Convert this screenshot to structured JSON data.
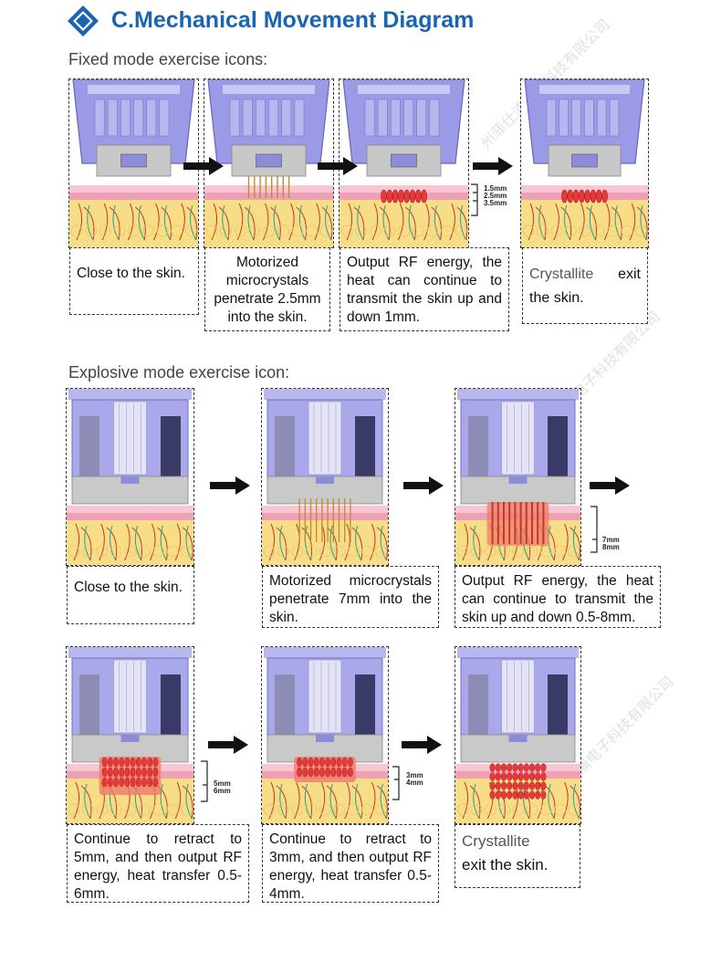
{
  "header": {
    "title": "C.Mechanical Movement Diagram"
  },
  "fixed_mode": {
    "label": "Fixed mode exercise icons:",
    "captions": [
      "Close to the skin.",
      "Motorized microcrystals penetrate 2.5mm into the skin.",
      "Output RF energy, the heat can continue to transmit the skin up and down 1mm.",
      "Crystallite exit the skin."
    ],
    "caption4_parts": [
      "Crystallite",
      " exit the skin."
    ],
    "scale": [
      "1.5mm",
      "2.5mm",
      "3.5mm"
    ]
  },
  "explosive_mode": {
    "label": "Explosive mode exercise icon:",
    "captions": [
      "Close to the skin.",
      "Motorized microcrystals penetrate 7mm into the skin.",
      "Output RF energy, the heat can continue to transmit the skin up and down 0.5-8mm.",
      "Continue to retract to 5mm, and then output RF energy, heat transfer 0.5-6mm.",
      "Continue to retract to 3mm, and then output RF energy, heat transfer 0.5-4mm.",
      "Crystallite exit the skin."
    ],
    "caption6_parts": [
      "Crystallite",
      "exit the skin."
    ],
    "scale_a": [
      "7mm",
      "8mm"
    ],
    "scale_b": [
      "5mm",
      "6mm"
    ],
    "scale_c": [
      "3mm",
      "4mm"
    ]
  },
  "watermark": {
    "text": "州菲仕浦电子科技有限公司"
  },
  "colors": {
    "title": "#1a64b4",
    "device": "#8f8ee0",
    "skin_pink": "#f3b2c2",
    "fat": "#f5dc82",
    "heat": "#e8393a"
  }
}
